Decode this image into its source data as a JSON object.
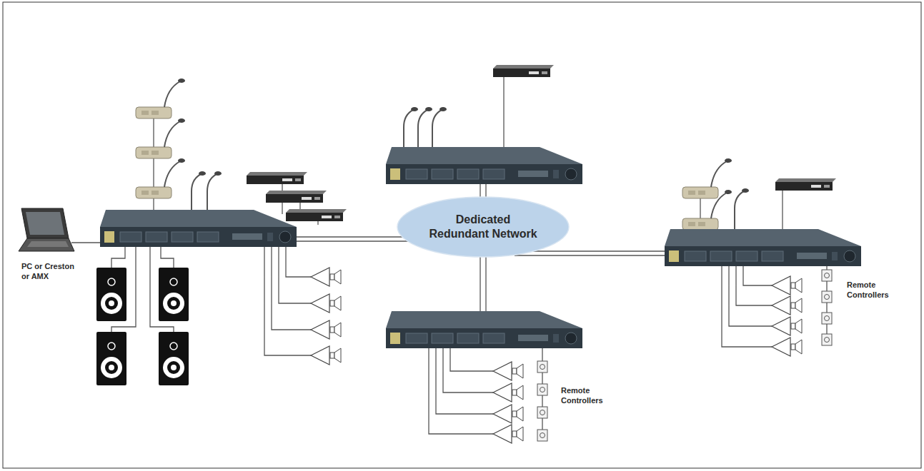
{
  "diagram": {
    "nodes": [
      {
        "text": [
          "Dedicated Redundant Network"
        ]
      }
    ],
    "labels": [
      "PC or Creston or AMX",
      "Remote Controllers",
      "Remote Controllers"
    ]
  }
}
